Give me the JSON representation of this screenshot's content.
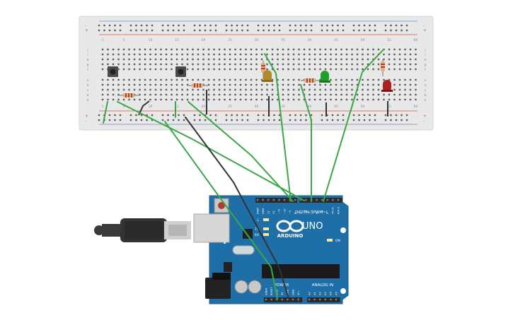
{
  "colors": {
    "breadboard": "#e8e8e8",
    "breadboard_border": "#d4d4d4",
    "hole": "#5a5a5a",
    "rail_red": "#d9534f",
    "rail_blue": "#6a8ec7",
    "wire_green": "#3aa845",
    "wire_black": "#333333",
    "arduino_board": "#1e6fa8",
    "arduino_edge": "#185e8f",
    "header": "#2a2a2a",
    "led_green": "#1ea12b",
    "led_yellow": "#b08a2c",
    "led_red": "#b01e1e",
    "usb_plug": "#3a3a3a",
    "usb_metal": "#d7d7d7",
    "chip": "#1a1a1a"
  },
  "breadboard": {
    "column_numbers_top": [
      "1",
      "5",
      "10",
      "15",
      "20",
      "25",
      "30",
      "35",
      "40",
      "45",
      "50",
      "55",
      "60"
    ],
    "column_numbers_bottom": [
      "1",
      "5",
      "10",
      "15",
      "20",
      "25",
      "30",
      "35",
      "40",
      "45",
      "50",
      "55",
      "60"
    ],
    "row_letters_top": [
      "j",
      "i",
      "h",
      "g",
      "f"
    ],
    "row_letters_bottom": [
      "e",
      "d",
      "c",
      "b",
      "a"
    ],
    "rail_signs": [
      "-",
      "+",
      "+",
      "-"
    ]
  },
  "components": {
    "button_1": "pushbutton",
    "button_2": "pushbutton",
    "led_1": "yellow-led",
    "led_2": "green-led",
    "led_3": "red-led"
  },
  "arduino": {
    "logo": "ARDUINO",
    "model": "UNO",
    "digital_label": "DIGITAL (PWM~)",
    "power_label": "POWER",
    "analog_label": "ANALOG IN",
    "digital_pins": [
      "AREF",
      "GND",
      "13",
      "12",
      "~11",
      "~10",
      "~9",
      "8",
      "7",
      "~6",
      "~5",
      "4",
      "~3",
      "2",
      "TX→1",
      "RX←0"
    ],
    "power_pins": [
      "IOREF",
      "RESET",
      "3.3V",
      "5V",
      "GND",
      "GND",
      "Vin"
    ],
    "analog_pins": [
      "A0",
      "A1",
      "A2",
      "A3",
      "A4",
      "A5"
    ],
    "led_labels": [
      "L",
      "TX",
      "RX"
    ],
    "on_label": "ON"
  }
}
